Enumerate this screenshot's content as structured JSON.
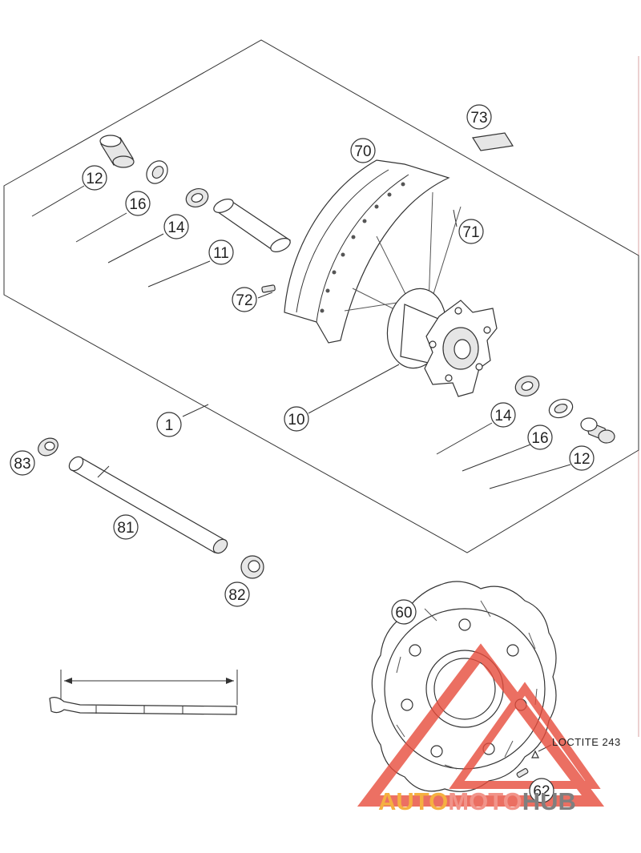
{
  "callouts": {
    "c73": "73",
    "c70": "70",
    "c71": "71",
    "c72": "72",
    "c12a": "12",
    "c16a": "16",
    "c14a": "14",
    "c11": "11",
    "c10": "10",
    "c1": "1",
    "c14b": "14",
    "c16b": "16",
    "c12b": "12",
    "c83": "83",
    "c81": "81",
    "c82": "82",
    "c60": "60",
    "c62": "62"
  },
  "note": "LOCTITE 243",
  "watermark": {
    "part1": "AUTO",
    "part2": "MOTO",
    "part3": "HUB",
    "colors": {
      "auto": "#f5b041",
      "moto": "#f1948a",
      "hub": "#7f7f7f",
      "logo": "#e74c3c"
    }
  }
}
